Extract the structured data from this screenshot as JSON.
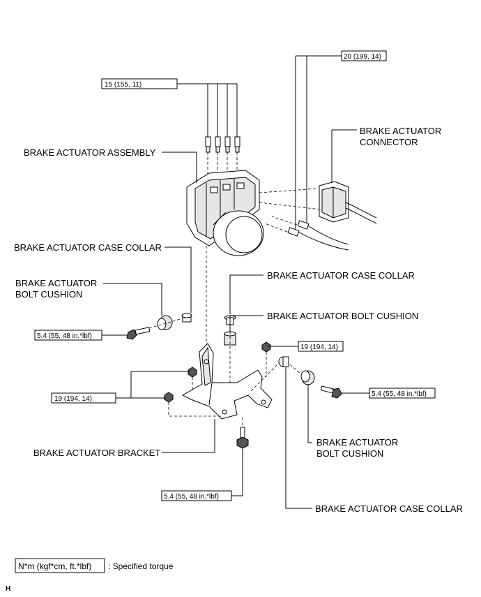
{
  "labels": {
    "brake_actuator_assembly": "BRAKE ACTUATOR ASSEMBLY",
    "brake_actuator_connector_1": "BRAKE ACTUATOR",
    "brake_actuator_connector_2": "CONNECTOR",
    "case_collar_upper_left": "BRAKE ACTUATOR CASE COLLAR",
    "bolt_cushion_left_1": "BRAKE ACTUATOR",
    "bolt_cushion_left_2": "BOLT CUSHION",
    "case_collar_center": "BRAKE ACTUATOR CASE COLLAR",
    "bolt_cushion_center": "BRAKE ACTUATOR BOLT CUSHION",
    "bracket": "BRAKE ACTUATOR BRACKET",
    "bolt_cushion_right_1": "BRAKE ACTUATOR",
    "bolt_cushion_right_2": "BOLT CUSHION",
    "case_collar_bottom": "BRAKE ACTUATOR CASE COLLAR"
  },
  "torques": {
    "brake_line_left": "15 (155, 11)",
    "brake_line_right": "20 (199, 14)",
    "bolt_left": "5.4 (55, 48 in.*lbf)",
    "nut_right": "19 (194, 14)",
    "nut_left": "19 (194, 14)",
    "bolt_right": "5.4 (55, 48 in.*lbf)",
    "bolt_bottom": "5.4 (55, 48 in.*lbf)"
  },
  "legend": {
    "box_text": "N*m (kgf*cm, ft.*lbf)",
    "description": ": Specified torque"
  },
  "corner_code": "H"
}
